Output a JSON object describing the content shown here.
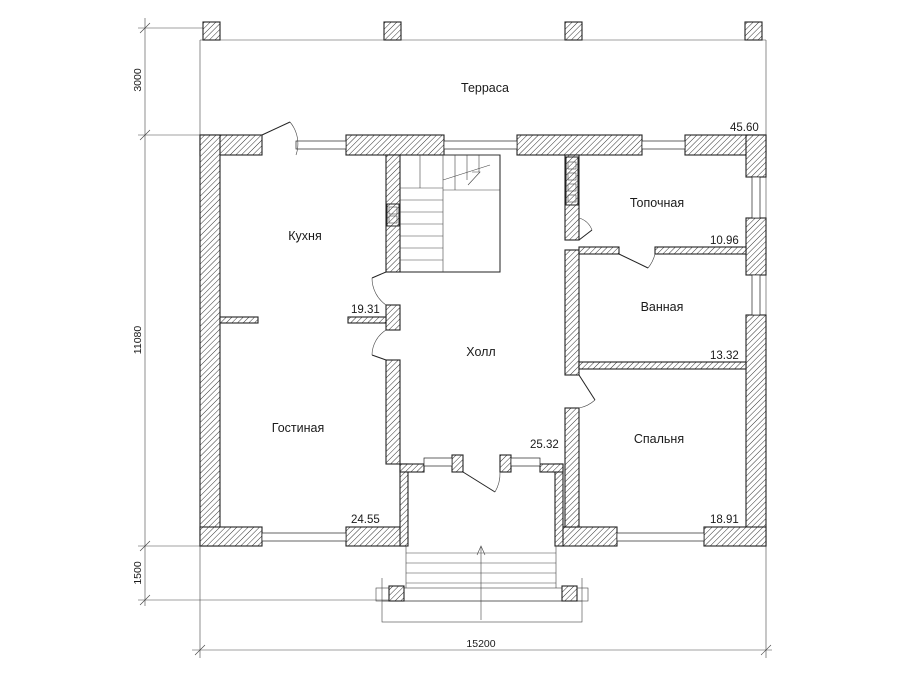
{
  "rooms": {
    "terrace": {
      "label": "Терраса"
    },
    "kitchen": {
      "label": "Кухня",
      "area": "19.31"
    },
    "living": {
      "label": "Гостиная",
      "area": "24.55"
    },
    "hall": {
      "label": "Холл",
      "area": "25.32"
    },
    "boiler": {
      "label": "Топочная",
      "area": "10.96"
    },
    "bath": {
      "label": "Ванная",
      "area": "13.32"
    },
    "bedroom": {
      "label": "Спальня",
      "area": "18.91"
    }
  },
  "total_area": "45.60",
  "dimensions": {
    "width": "15200",
    "depth": "11080",
    "terrace_depth": "3000",
    "porch_depth": "1500"
  }
}
